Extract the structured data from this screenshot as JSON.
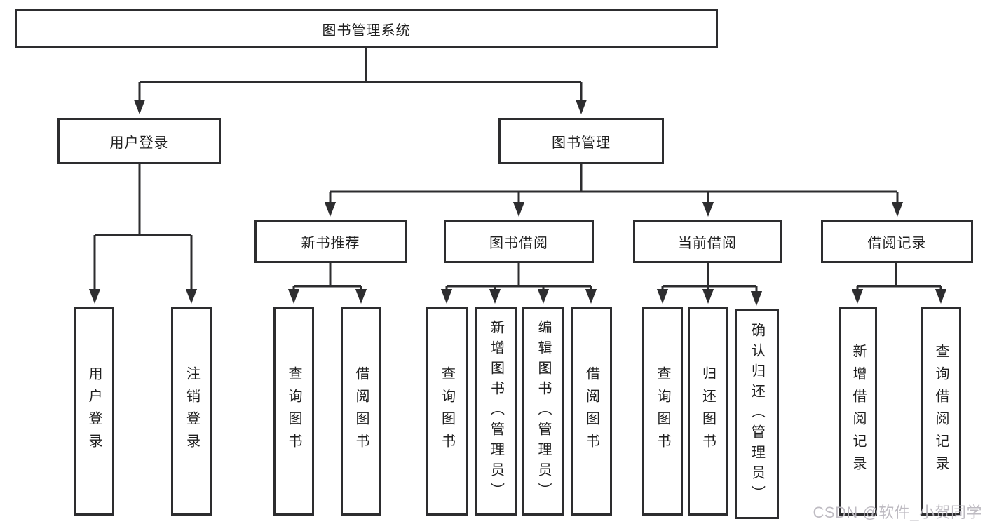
{
  "diagram": {
    "root": {
      "label": "图书管理系统"
    },
    "level2": [
      {
        "label": "用户登录",
        "children": [
          {
            "label": "用户登录"
          },
          {
            "label": "注销登录"
          }
        ]
      },
      {
        "label": "图书管理",
        "children": [
          {
            "label": "新书推荐",
            "children": [
              {
                "label": "查询图书"
              },
              {
                "label": "借阅图书"
              }
            ]
          },
          {
            "label": "图书借阅",
            "children": [
              {
                "label": "查询图书"
              },
              {
                "label": "新增图书（管理员）"
              },
              {
                "label": "编辑图书（管理员）"
              },
              {
                "label": "借阅图书"
              }
            ]
          },
          {
            "label": "当前借阅",
            "children": [
              {
                "label": "查询图书"
              },
              {
                "label": "归还图书"
              },
              {
                "label": "确认归还（管理员）"
              }
            ]
          },
          {
            "label": "借阅记录",
            "children": [
              {
                "label": "新增借阅记录"
              },
              {
                "label": "查询借阅记录"
              }
            ]
          }
        ]
      }
    ]
  },
  "watermark": {
    "text": "CSDN @软件_小贺同学"
  },
  "colors": {
    "line": "#2d2d2f",
    "text": "#1f1f1f",
    "background": "#ffffff",
    "watermark": "#bab7bf"
  }
}
